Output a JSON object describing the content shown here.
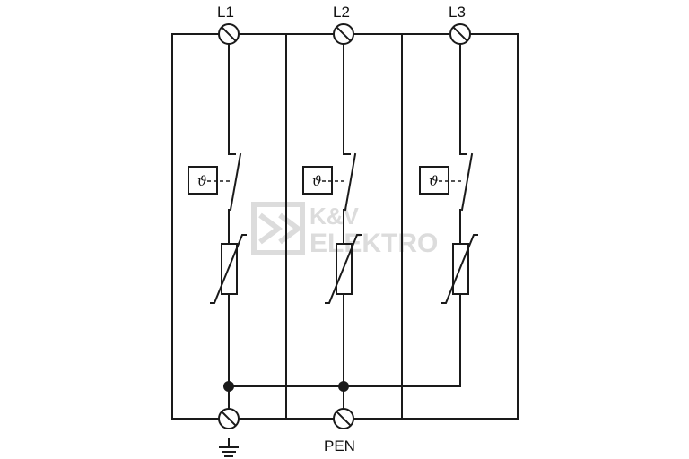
{
  "phases": [
    {
      "label": "L1",
      "sensor_symbol": "ϑ"
    },
    {
      "label": "L2",
      "sensor_symbol": "ϑ"
    },
    {
      "label": "L3",
      "sensor_symbol": "ϑ"
    }
  ],
  "bottom": {
    "left_symbol": "ground",
    "center_label": "PEN"
  },
  "watermark": {
    "line1": "K&V",
    "line2": "ELEKTRO"
  },
  "colors": {
    "line": "#1a1a1a",
    "watermark": "#dcdcdc"
  }
}
